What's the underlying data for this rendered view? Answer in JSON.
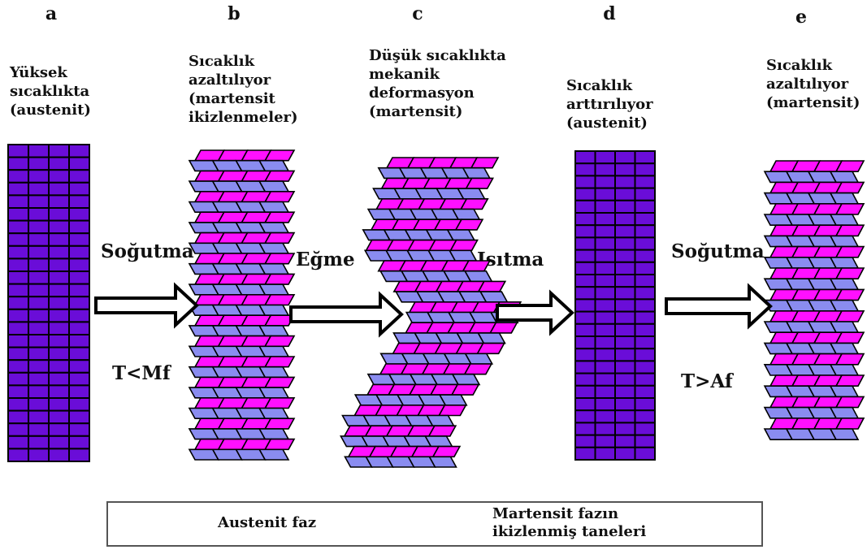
{
  "panels": [
    {
      "id": "a",
      "letter": "a",
      "caption": "Yüksek\nsıcaklıkta\n(austenit)"
    },
    {
      "id": "b",
      "letter": "b",
      "caption": "Sıcaklık\nazaltılıyor\n(martensit\nikizlenmeler)"
    },
    {
      "id": "c",
      "letter": "c",
      "caption": "Düşük sıcaklıkta\nmekanik\ndeformasyon\n(martensit)"
    },
    {
      "id": "d",
      "letter": "d",
      "caption": "Sıcaklık\narttırılıyor\n(austenit)"
    },
    {
      "id": "e",
      "letter": "e",
      "caption": "Sıcaklık\nazaltılıyor\n(martensit)"
    }
  ],
  "steps": [
    {
      "label": "Soğutma",
      "condition": "T<Mf"
    },
    {
      "label": "Eğme",
      "condition": ""
    },
    {
      "label": "Isıtma",
      "condition": ""
    },
    {
      "label": "Soğutma",
      "condition": "T>Af"
    }
  ],
  "legend": {
    "austenite_label": "Austenit faz",
    "martensite_label": "Martensit fazın\nikizlenmiş taneleri"
  },
  "colors": {
    "austenite_fill": "#6a0dd8",
    "martensite_fill_a": "#ff10ff",
    "martensite_fill_b": "#8a8cf0",
    "outline": "#000000"
  }
}
